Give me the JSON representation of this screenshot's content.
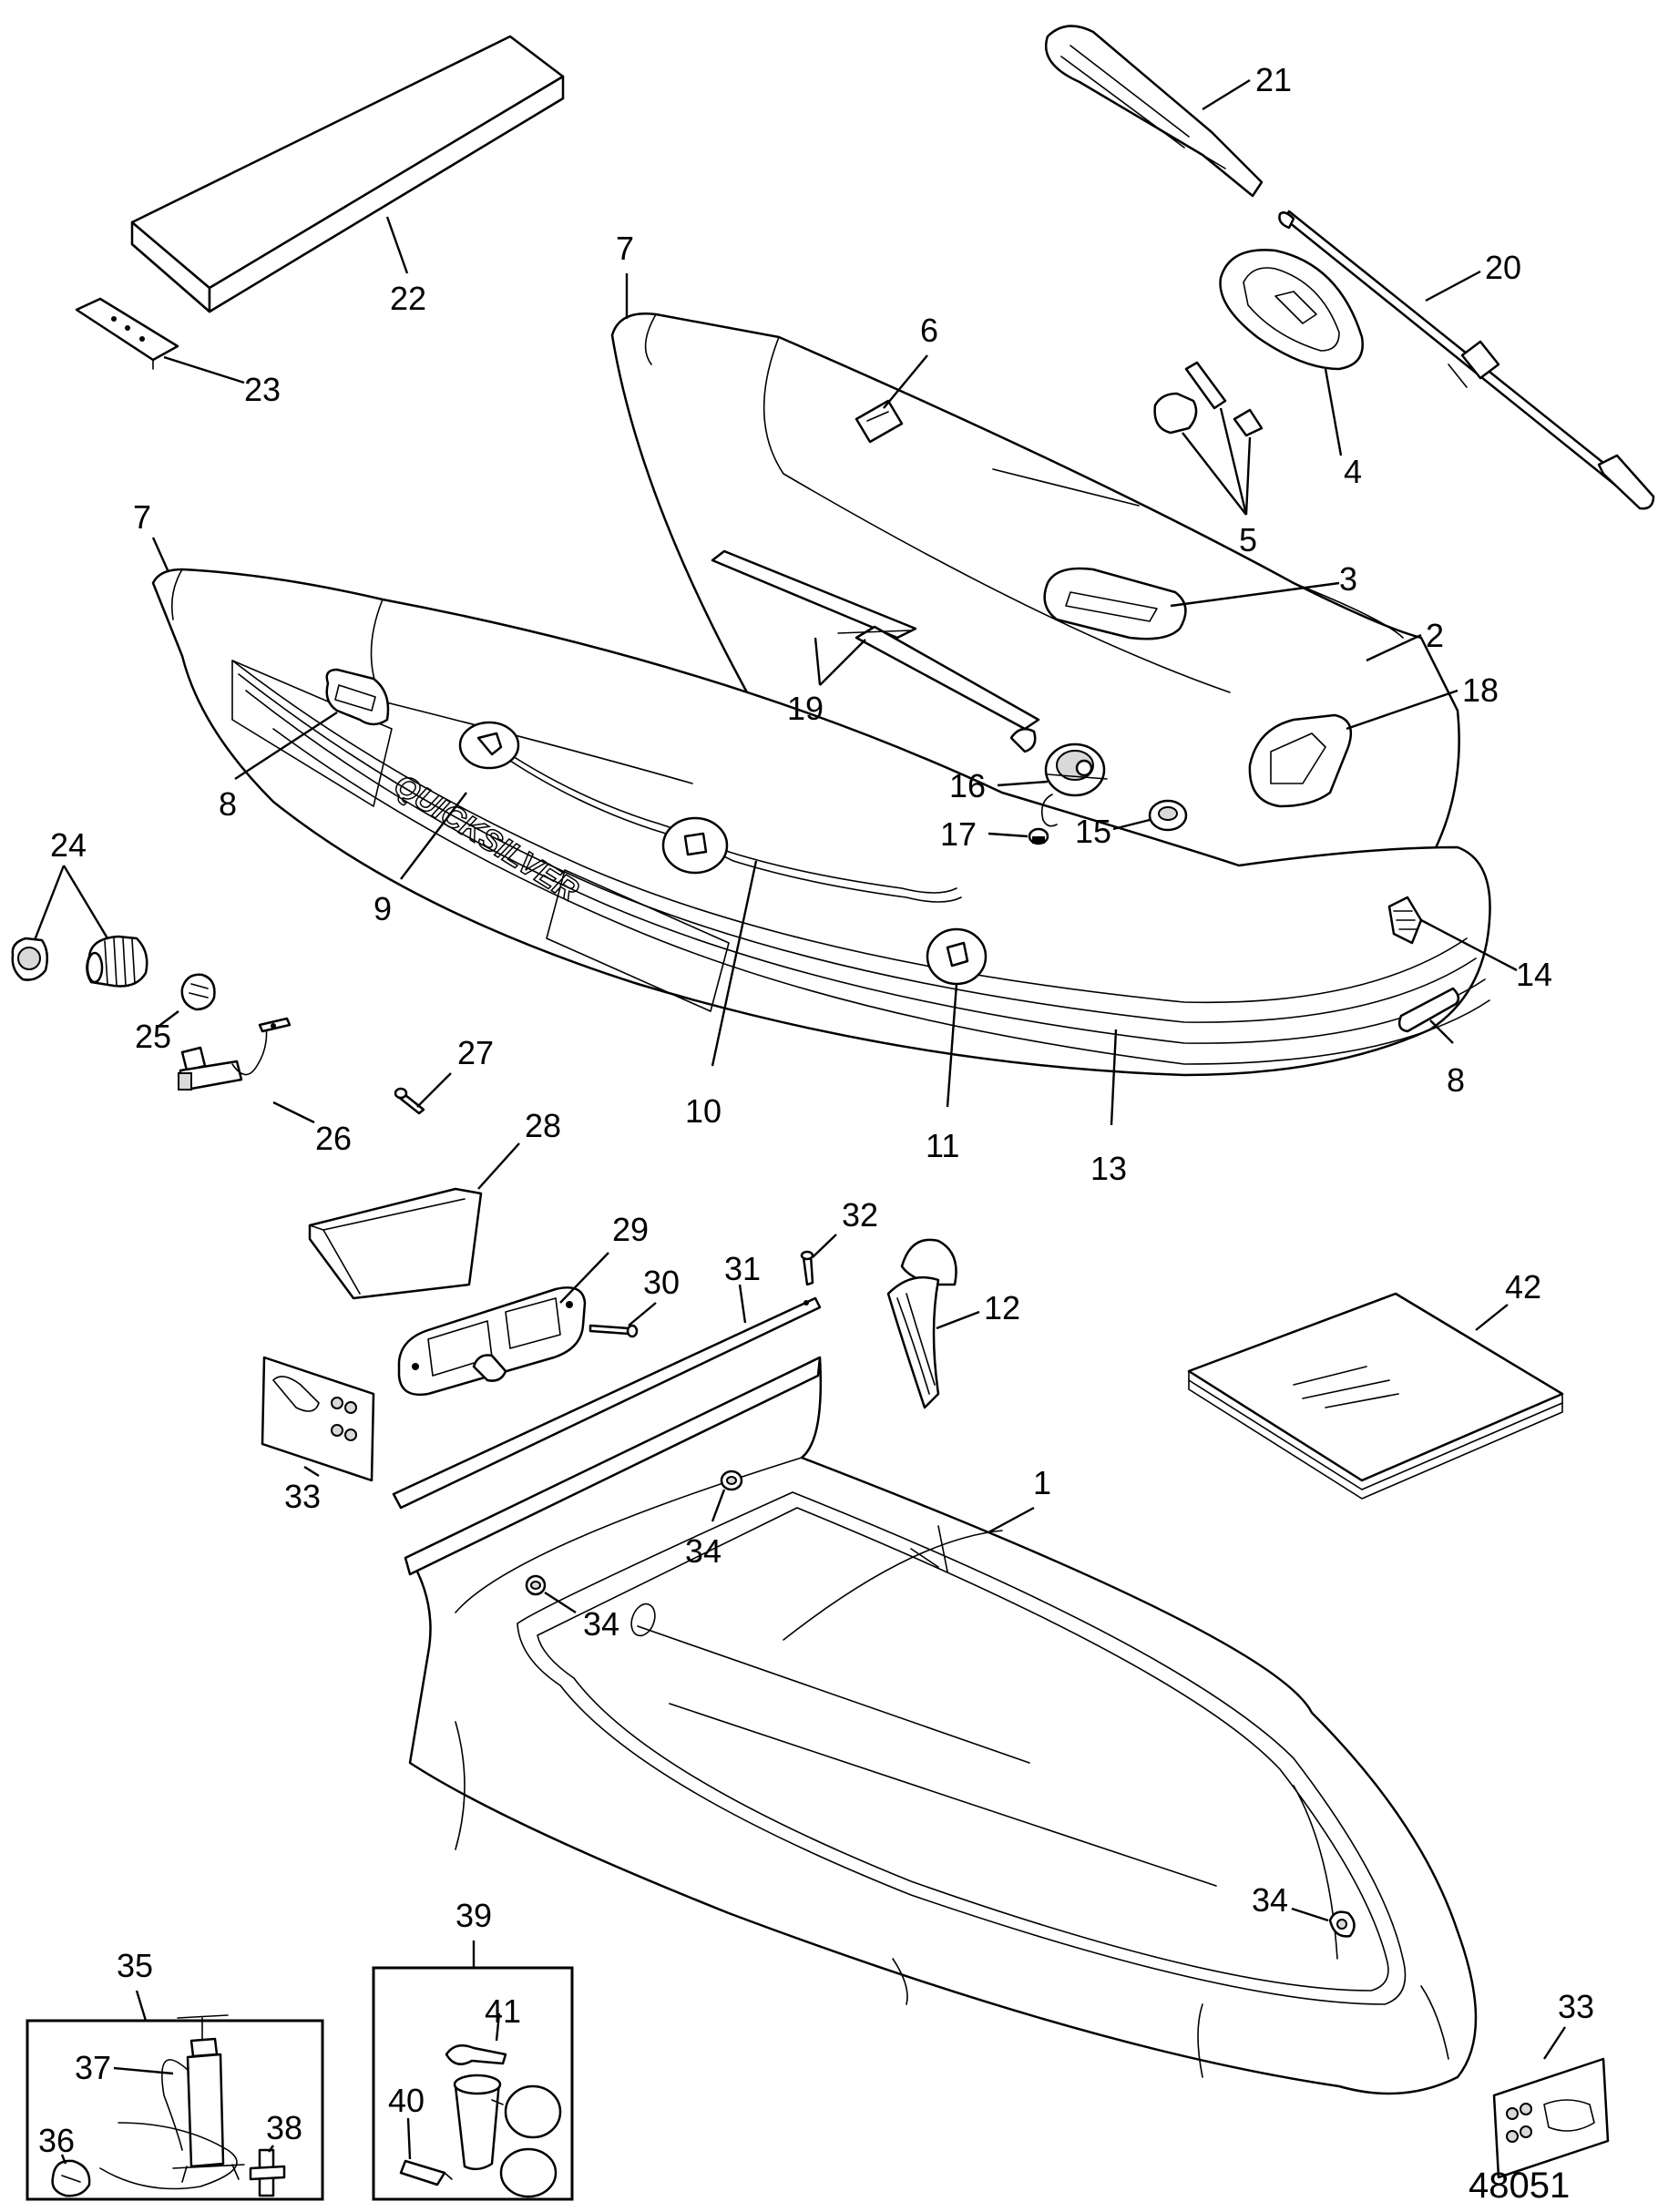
{
  "brand_text": "QUICKSILVER",
  "diagram_number": "48051",
  "callouts": {
    "c1": "1",
    "c2": "2",
    "c3": "3",
    "c4": "4",
    "c5": "5",
    "c6": "6",
    "c7a": "7",
    "c7b": "7",
    "c8a": "8",
    "c8b": "8",
    "c9": "9",
    "c10": "10",
    "c11": "11",
    "c12": "12",
    "c13": "13",
    "c14": "14",
    "c15": "15",
    "c16": "16",
    "c17": "17",
    "c18": "18",
    "c19": "19",
    "c20": "20",
    "c21": "21",
    "c22": "22",
    "c23": "23",
    "c24": "24",
    "c25": "25",
    "c26": "26",
    "c27": "27",
    "c28": "28",
    "c29": "29",
    "c30": "30",
    "c31": "31",
    "c32": "32",
    "c33a": "33",
    "c33b": "33",
    "c34a": "34",
    "c34b": "34",
    "c34c": "34",
    "c35": "35",
    "c36": "36",
    "c37": "37",
    "c38": "38",
    "c39": "39",
    "c40": "40",
    "c41": "41",
    "c42": "42"
  }
}
